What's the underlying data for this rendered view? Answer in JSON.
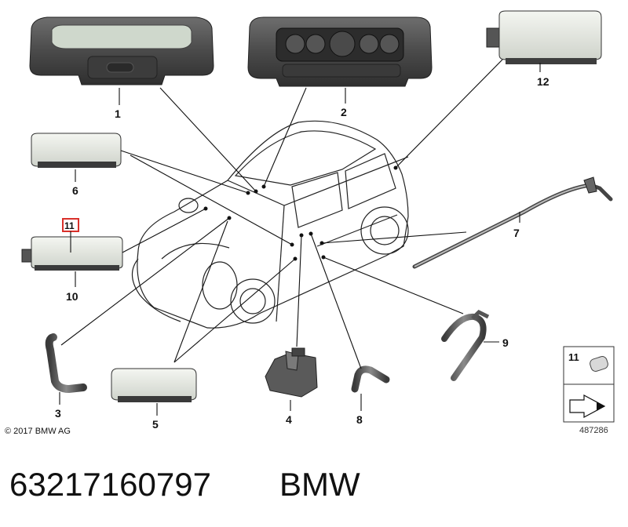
{
  "callouts": {
    "c1": "1",
    "c2": "2",
    "c3": "3",
    "c4": "4",
    "c5": "5",
    "c6": "6",
    "c7": "7",
    "c8": "8",
    "c9": "9",
    "c10": "10",
    "c11": "11",
    "c12": "12"
  },
  "copyright": "© 2017 BMW AG",
  "legend": {
    "item_number": "11"
  },
  "diagram_ref": "487286",
  "footer": {
    "part_number": "63217160797",
    "brand": "BMW"
  },
  "colors": {
    "highlight_box": "#d9302a",
    "housing_dark": "#4a4a4a",
    "lens_light": "#e8ebe4"
  }
}
